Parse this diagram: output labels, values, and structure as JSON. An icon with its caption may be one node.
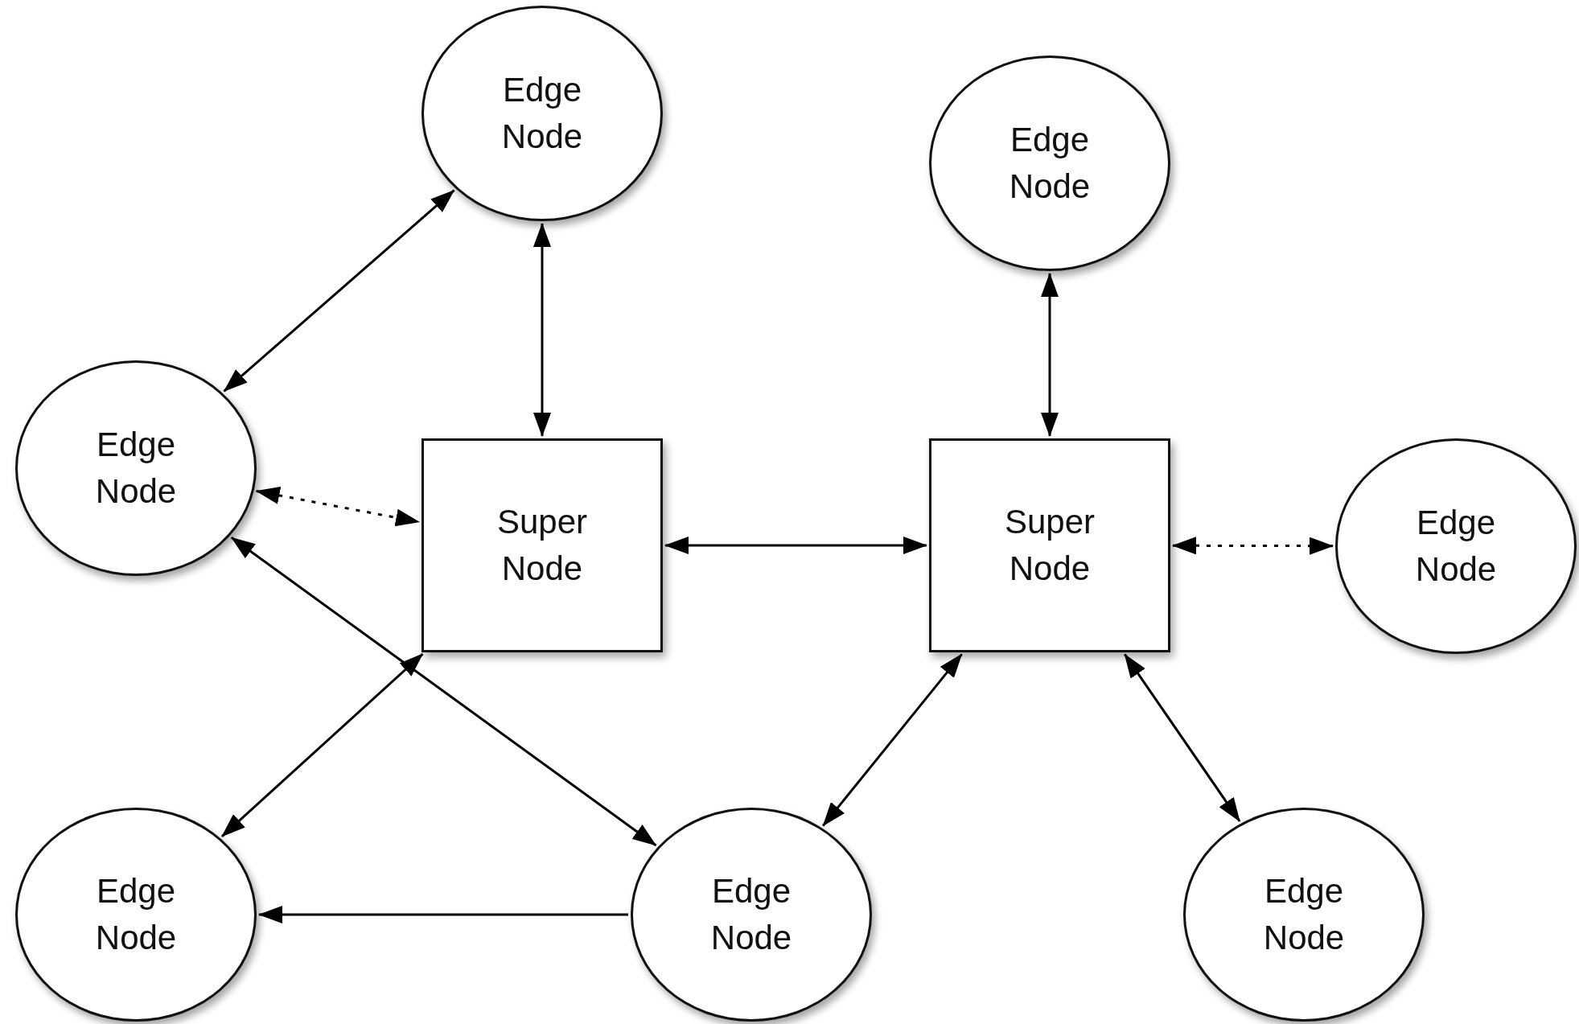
{
  "diagram": {
    "nodes": [
      {
        "text": [
          "Edge Node"
        ]
      },
      {
        "text": [
          "Edge Node"
        ]
      },
      {
        "text": [
          "Edge Node"
        ]
      },
      {
        "text": [
          "Super Node"
        ]
      },
      {
        "text": [
          "Super Node"
        ]
      },
      {
        "text": [
          "Edge Node"
        ]
      },
      {
        "text": [
          "Edge Node"
        ]
      },
      {
        "text": [
          "Edge Node"
        ]
      },
      {
        "text": [
          "Edge Node"
        ]
      }
    ],
    "edges": [
      {
        "from": 0,
        "to": 2,
        "arrow": "both"
      },
      {
        "from": 0,
        "to": 3,
        "arrow": "both"
      },
      {
        "from": 1,
        "to": 4,
        "arrow": "both"
      },
      {
        "from": 2,
        "to": 3,
        "arrow": "both",
        "style": "dashed"
      },
      {
        "from": 3,
        "to": 4,
        "arrow": "both"
      },
      {
        "from": 4,
        "to": 5,
        "arrow": "both",
        "style": "dashed"
      },
      {
        "from": 2,
        "to": 7,
        "arrow": "both"
      },
      {
        "from": 3,
        "to": 6,
        "arrow": "both"
      },
      {
        "from": 4,
        "to": 7,
        "arrow": "both"
      },
      {
        "from": 4,
        "to": 8,
        "arrow": "both"
      },
      {
        "from": 7,
        "to": 6,
        "arrow": "to"
      }
    ]
  }
}
